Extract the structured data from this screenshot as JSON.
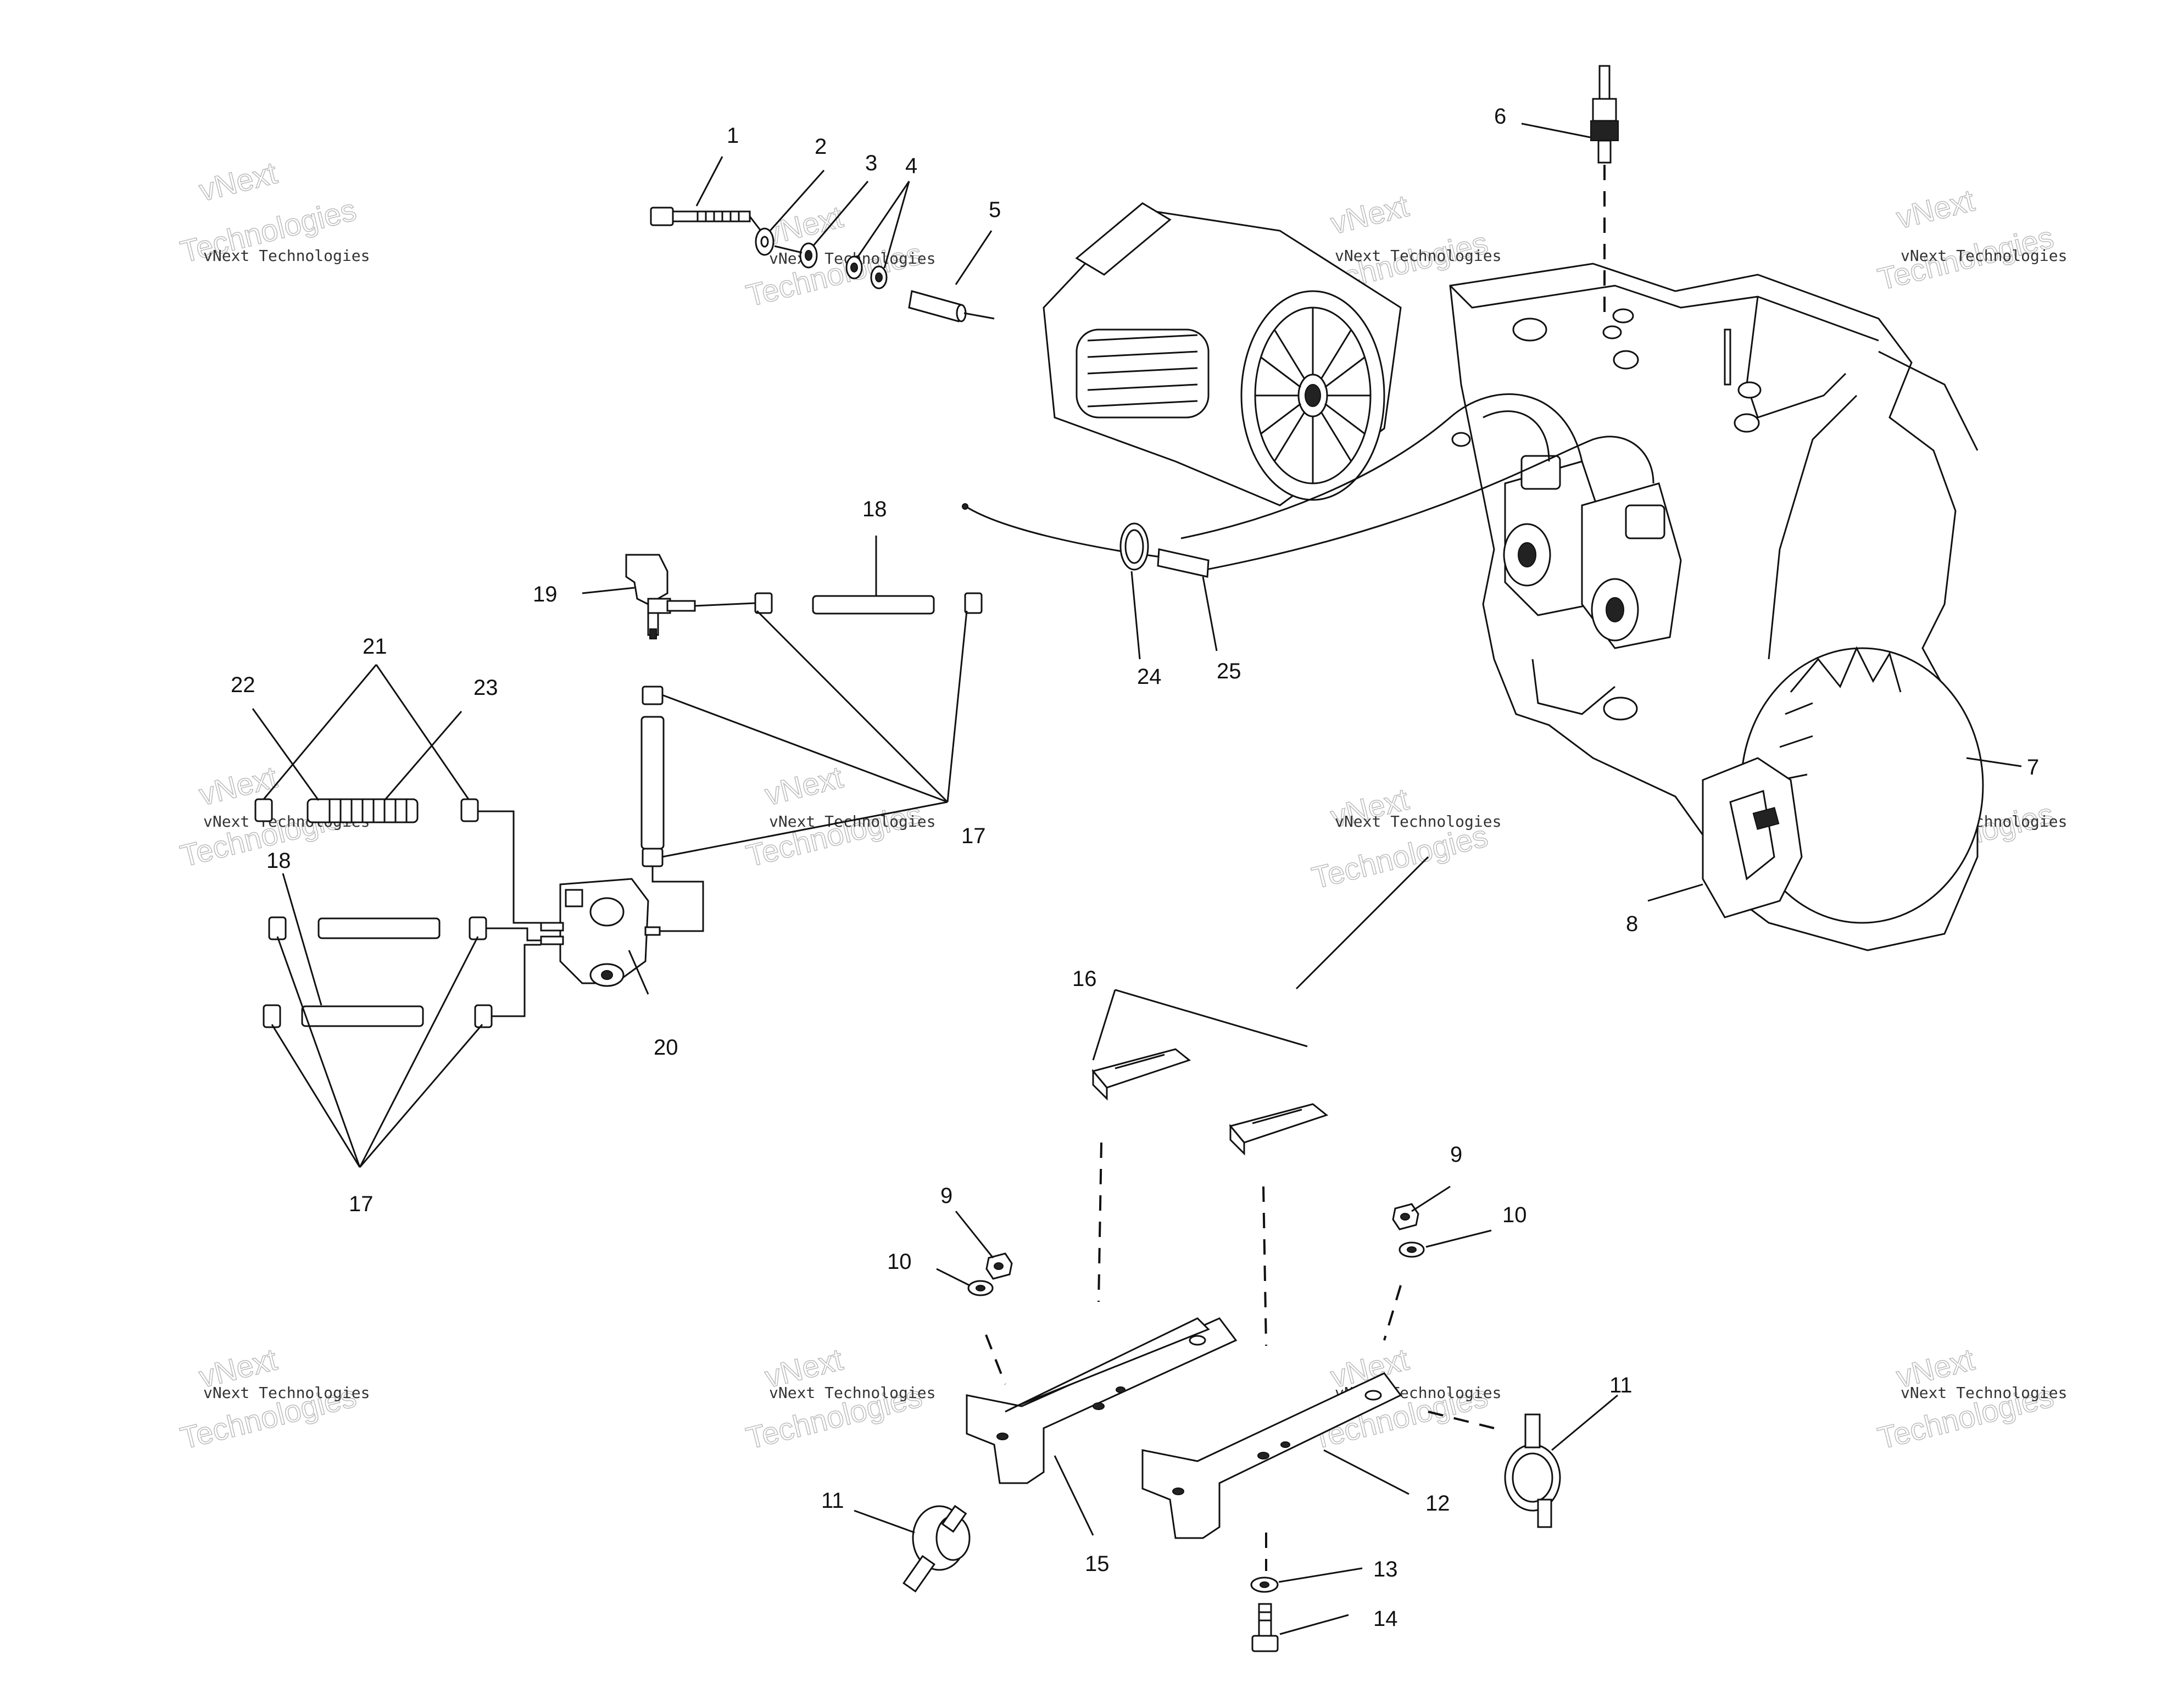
{
  "callouts": [
    {
      "id": "c1",
      "text": "1"
    },
    {
      "id": "c2",
      "text": "2"
    },
    {
      "id": "c3",
      "text": "3"
    },
    {
      "id": "c4",
      "text": "4"
    },
    {
      "id": "c5",
      "text": "5"
    },
    {
      "id": "c6",
      "text": "6"
    },
    {
      "id": "c7",
      "text": "7"
    },
    {
      "id": "c8",
      "text": "8"
    },
    {
      "id": "c9a",
      "text": "9"
    },
    {
      "id": "c9b",
      "text": "9"
    },
    {
      "id": "c10a",
      "text": "10"
    },
    {
      "id": "c10b",
      "text": "10"
    },
    {
      "id": "c11a",
      "text": "11"
    },
    {
      "id": "c11b",
      "text": "11"
    },
    {
      "id": "c12",
      "text": "12"
    },
    {
      "id": "c13",
      "text": "13"
    },
    {
      "id": "c14",
      "text": "14"
    },
    {
      "id": "c15",
      "text": "15"
    },
    {
      "id": "c16",
      "text": "16"
    },
    {
      "id": "c17a",
      "text": "17"
    },
    {
      "id": "c17b",
      "text": "17"
    },
    {
      "id": "c18a",
      "text": "18"
    },
    {
      "id": "c18b",
      "text": "18"
    },
    {
      "id": "c19",
      "text": "19"
    },
    {
      "id": "c20",
      "text": "20"
    },
    {
      "id": "c21",
      "text": "21"
    },
    {
      "id": "c22",
      "text": "22"
    },
    {
      "id": "c23",
      "text": "23"
    },
    {
      "id": "c24",
      "text": "24"
    },
    {
      "id": "c25",
      "text": "25"
    }
  ],
  "watermark": {
    "line1": "vNext Technologies",
    "big1": "vNext",
    "big2": "Technologies"
  }
}
